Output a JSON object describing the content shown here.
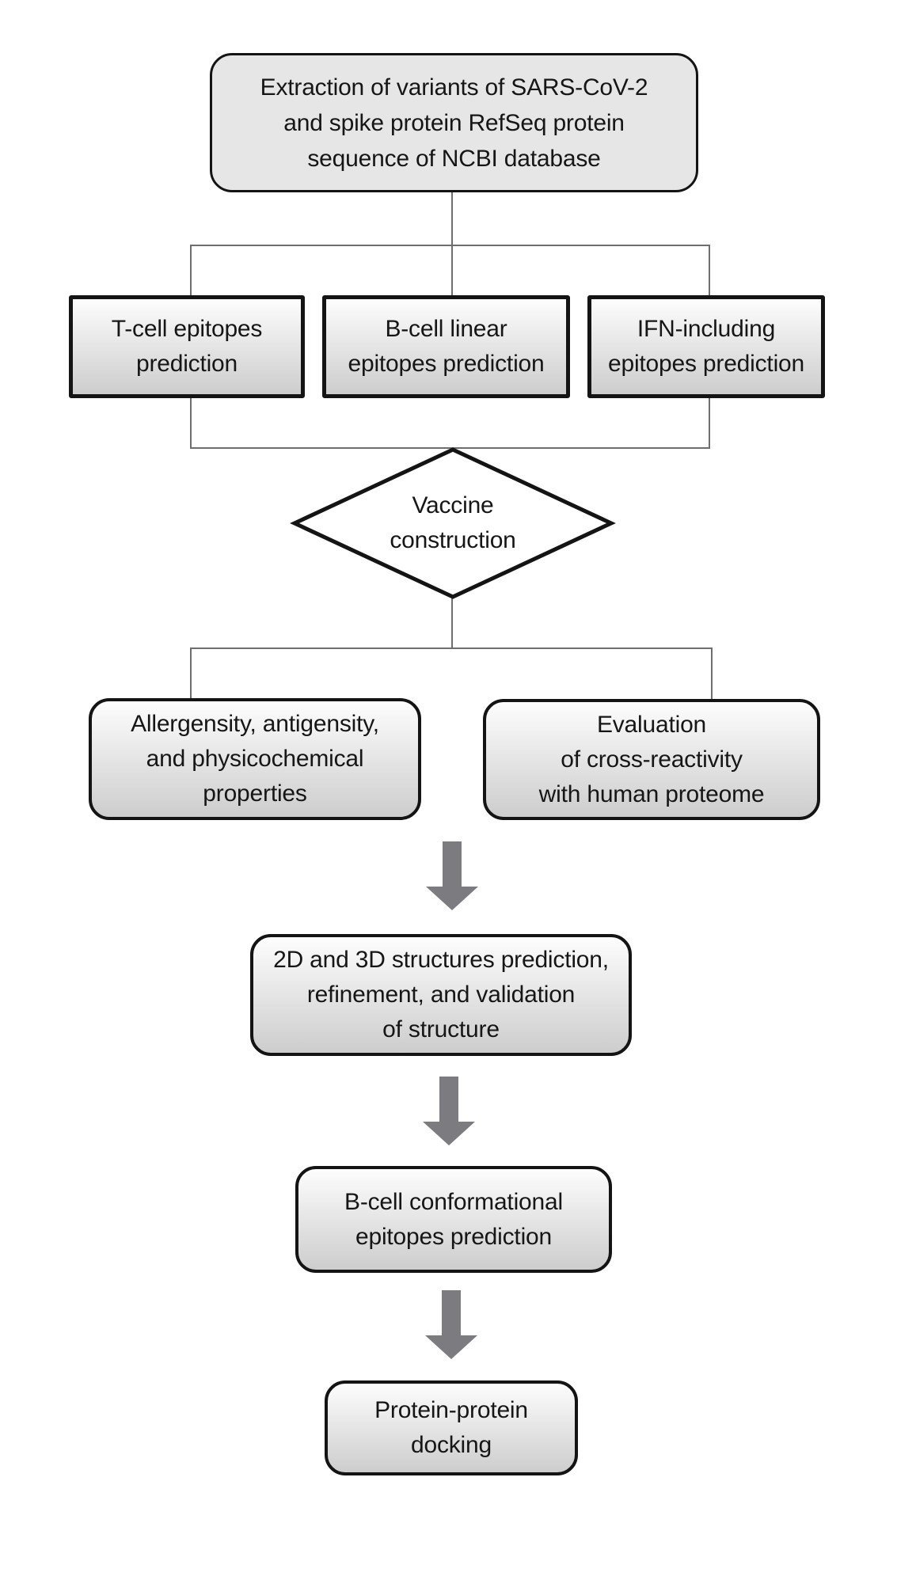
{
  "figure": {
    "type": "flowchart",
    "background": "#ffffff",
    "colors": {
      "box_border": "#141414",
      "box_fill_top": "#fdfdfd",
      "box_fill_bottom": "#cdcdcd",
      "top_box_fill": "#e6e6e6",
      "diamond_fill": "#ffffff",
      "connector_line": "#6e6e6e",
      "arrow": "#7c7c80",
      "text": "#161616"
    },
    "nodes": {
      "extraction": {
        "lines": [
          "Extraction of variants of SARS-CoV-2",
          "and spike protein RefSeq protein",
          "sequence of NCBI database"
        ]
      },
      "tcell": {
        "lines": [
          "T-cell epitopes",
          "prediction"
        ]
      },
      "bcell_linear": {
        "lines": [
          "B-cell linear",
          "epitopes prediction"
        ]
      },
      "ifn": {
        "lines": [
          "IFN-including",
          "epitopes prediction"
        ]
      },
      "vaccine": {
        "lines": [
          "Vaccine",
          "construction"
        ]
      },
      "allergensity": {
        "lines": [
          "Allergensity, antigensity,",
          "and physicochemical",
          "properties"
        ]
      },
      "evaluation": {
        "lines": [
          "Evaluation",
          "of cross-reactivity",
          "with human proteome"
        ]
      },
      "structures": {
        "lines": [
          "2D and 3D structures prediction,",
          "refinement, and validation",
          "of structure"
        ]
      },
      "bcell_conf": {
        "lines": [
          "B-cell conformational",
          "epitopes prediction"
        ]
      },
      "docking": {
        "lines": [
          "Protein-protein",
          "docking"
        ]
      }
    }
  }
}
